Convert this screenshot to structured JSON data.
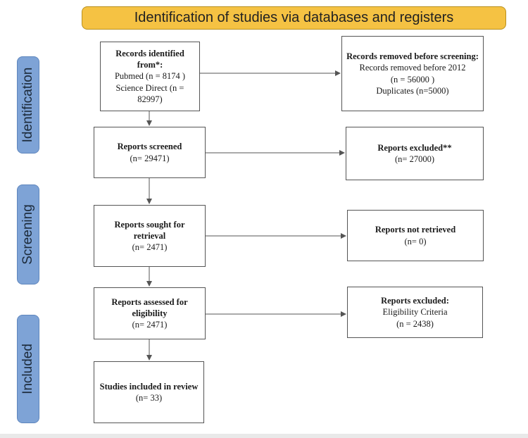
{
  "banner": {
    "title": "Identification of studies via databases and registers"
  },
  "stages": {
    "identification": "Identification",
    "screening": "Screening",
    "included": "Included"
  },
  "boxes": {
    "records_identified": {
      "title": "Records identified from*:",
      "detail": "Pubmed (n = 8174 )\nScience Direct  (n = 82997)"
    },
    "records_removed": {
      "title": "Records removed before screening:",
      "detail": "Records removed  before 2012\n(n = 56000 )\nDuplicates (n=5000)"
    },
    "reports_screened": {
      "title": "Reports screened",
      "detail": "(n= 29471)"
    },
    "reports_excluded": {
      "title": "Reports excluded**",
      "detail": "(n= 27000)"
    },
    "sought_retrieval": {
      "title": "Reports sought for retrieval",
      "detail": "(n= 2471)"
    },
    "not_retrieved": {
      "title": "Reports not retrieved",
      "detail": "(n= 0)"
    },
    "assessed_eligibility": {
      "title": "Reports assessed for eligibility",
      "detail": "(n= 2471)"
    },
    "excluded_eligibility": {
      "title": "Reports excluded:",
      "detail": "Eligibility Criteria\n(n = 2438)"
    },
    "studies_included": {
      "title": "Studies included in review",
      "detail": "(n= 33)"
    }
  },
  "colors": {
    "banner": "#f5c243",
    "stage": "#7ea3d6",
    "arrow": "#555555"
  }
}
